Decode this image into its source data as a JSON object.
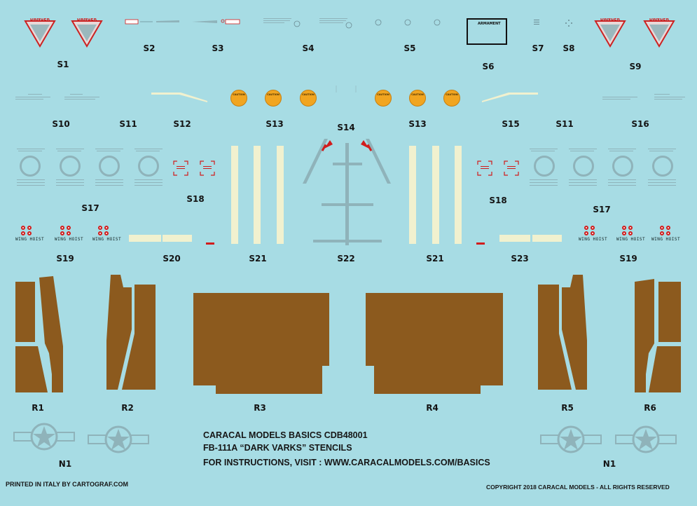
{
  "labels": {
    "s1": "S1",
    "s2": "S2",
    "s3": "S3",
    "s4": "S4",
    "s5": "S5",
    "s6": "S6",
    "s7": "S7",
    "s8": "S8",
    "s9": "S9",
    "s10": "S10",
    "s11a": "S11",
    "s12": "S12",
    "s13a": "S13",
    "s14": "S14",
    "s13b": "S13",
    "s15": "S15",
    "s11b": "S11",
    "s16": "S16",
    "s17a": "S17",
    "s18a": "S18",
    "s18b": "S18",
    "s17b": "S17",
    "s19a": "S19",
    "s20": "S20",
    "s21a": "S21",
    "s22": "S22",
    "s21b": "S21",
    "s23": "S23",
    "s19b": "S19",
    "r1": "R1",
    "r2": "R2",
    "r3": "R3",
    "r4": "R4",
    "r5": "R5",
    "r6": "R6",
    "n1a": "N1",
    "n1b": "N1"
  },
  "danger": {
    "word": "DANGER"
  },
  "armament": "ARMAMENT",
  "wing_hoist": "WING HOIST",
  "product": {
    "line1": "CARACAL MODELS BASICS CDB48001",
    "line2": "FB-111A “DARK VARKS” STENCILS",
    "line3": "FOR INSTRUCTIONS, VISIT  :  WWW.CARACALMODELS.COM/BASICS"
  },
  "printed": "PRINTED IN ITALY BY CARTOGRAF.COM",
  "copyright": "COPYRIGHT 2018 CARACAL MODELS - ALL RIGHTS RESERVED",
  "colors": {
    "background": "#a7dce4",
    "brown": "#8c5a1e",
    "grey_blue": "#8fb3ba",
    "cream": "#f1f1cf",
    "orange": "#f1a520",
    "red": "#d11c1c"
  }
}
